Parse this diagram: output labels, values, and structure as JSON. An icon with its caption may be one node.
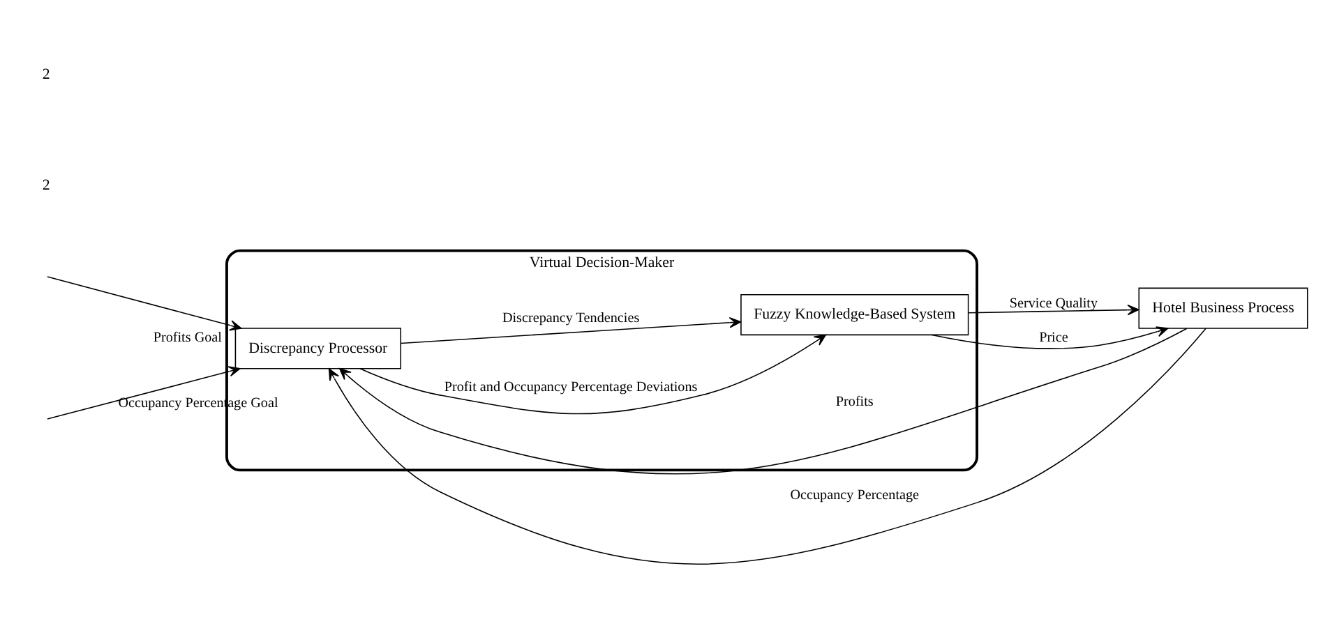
{
  "diagram": {
    "nodes": [
      {
        "text": [
          "Virtual Decision-Maker"
        ]
      },
      {
        "text": [
          "Discrepancy Processor"
        ],
        "in": 0
      },
      {
        "text": [
          "Fuzzy Knowledge-Based System"
        ],
        "in": 0
      },
      {
        "text": [
          "Hotel Business Process"
        ]
      }
    ],
    "edges": [
      {
        "from": null,
        "to": 1,
        "arrow": "to",
        "label": "Profits Goal"
      },
      {
        "from": null,
        "to": 1,
        "arrow": "to",
        "label": "Occupancy Percentage Goal"
      },
      {
        "from": 1,
        "to": 2,
        "arrow": "to",
        "label": "Profit and Occupancy Percentage Deviations"
      },
      {
        "from": 1,
        "to": 2,
        "arrow": "to",
        "label": "Discrepancy Tendencies"
      },
      {
        "from": 2,
        "to": 3,
        "arrow": "to",
        "label": "Service Quality"
      },
      {
        "from": 2,
        "to": 3,
        "arrow": "to",
        "label": "Price"
      },
      {
        "from": 3,
        "to": 1,
        "arrow": "to",
        "label": "Profits"
      },
      {
        "from": 3,
        "to": 1,
        "arrow": "to",
        "label": "Occupancy Percentage"
      }
    ],
    "labels": [
      "2",
      "2"
    ]
  }
}
